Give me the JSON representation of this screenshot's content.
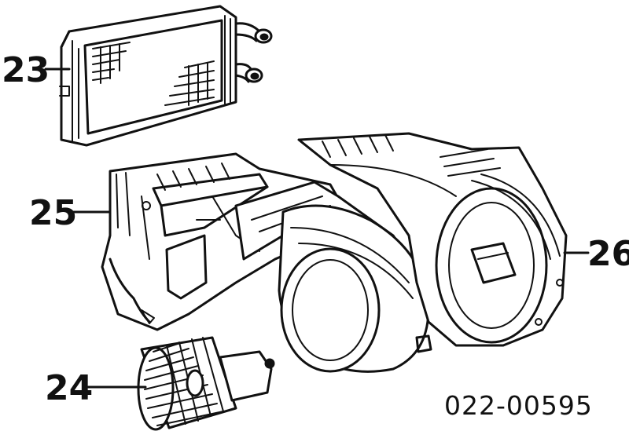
{
  "callouts": [
    {
      "id": "23",
      "text": "23"
    },
    {
      "id": "24",
      "text": "24"
    },
    {
      "id": "25",
      "text": "25"
    },
    {
      "id": "26",
      "text": "26"
    }
  ],
  "catalog_number": "022-00595",
  "colors": {
    "ink": "#111111",
    "paper": "#ffffff"
  }
}
